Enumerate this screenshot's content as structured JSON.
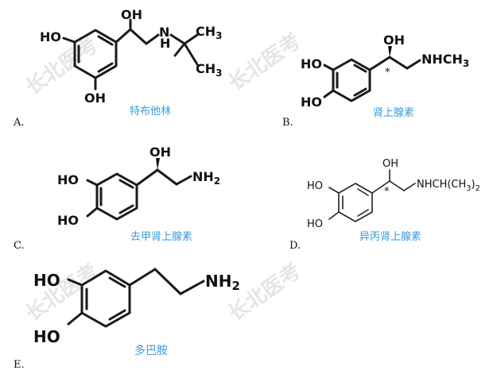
{
  "options": [
    {
      "letter": "A.",
      "name": "特布他林",
      "labels": {
        "oh_top": "OH",
        "oh_a": "HO",
        "oh_b": "OH",
        "nh": "N",
        "h": "H",
        "ch3_top": "CH3",
        "ch3_bottom": "CH3"
      }
    },
    {
      "letter": "B.",
      "name": "肾上腺素",
      "labels": {
        "oh_top": "OH",
        "ho_1": "HO",
        "ho_2": "HO",
        "amine": "NHCH3",
        "stereo": "*"
      }
    },
    {
      "letter": "C.",
      "name": "去甲肾上腺素",
      "labels": {
        "oh_top": "OH",
        "ho_1": "HO",
        "ho_2": "HO",
        "amine": "NH2"
      }
    },
    {
      "letter": "D.",
      "name": "异丙肾上腺素",
      "labels": {
        "oh_top": "OH",
        "ho_1": "HO",
        "ho_2": "HO",
        "amine": "NHCH(CH3)2",
        "stereo": "*"
      }
    },
    {
      "letter": "E.",
      "name": "多巴胺",
      "labels": {
        "ho_1": "HO",
        "ho_2": "HO",
        "amine": "NH2"
      }
    }
  ],
  "watermark": "长北医考"
}
